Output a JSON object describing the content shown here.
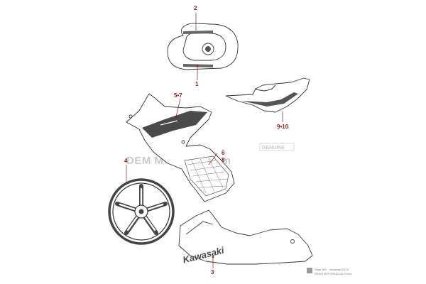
{
  "callouts": {
    "c1": "1",
    "c2": "2",
    "c3": "3",
    "c4": "4",
    "c57": "5•7",
    "c68_a": "6",
    "c68_b": "8",
    "c910": "9•10"
  },
  "watermark": {
    "main": "DEM  M  ECALS.com",
    "genuine": "GENUINE"
  },
  "decal_text": {
    "kawasaki": "Kawasaki"
  },
  "credit": {
    "line1": "Ninja 300 · Kawasaki 2013",
    "line2": "DEMO MOTORDECALS.com"
  },
  "colors": {
    "callout": "#8b1a1a",
    "line": "#333333",
    "watermark": "#c9c9c9"
  }
}
